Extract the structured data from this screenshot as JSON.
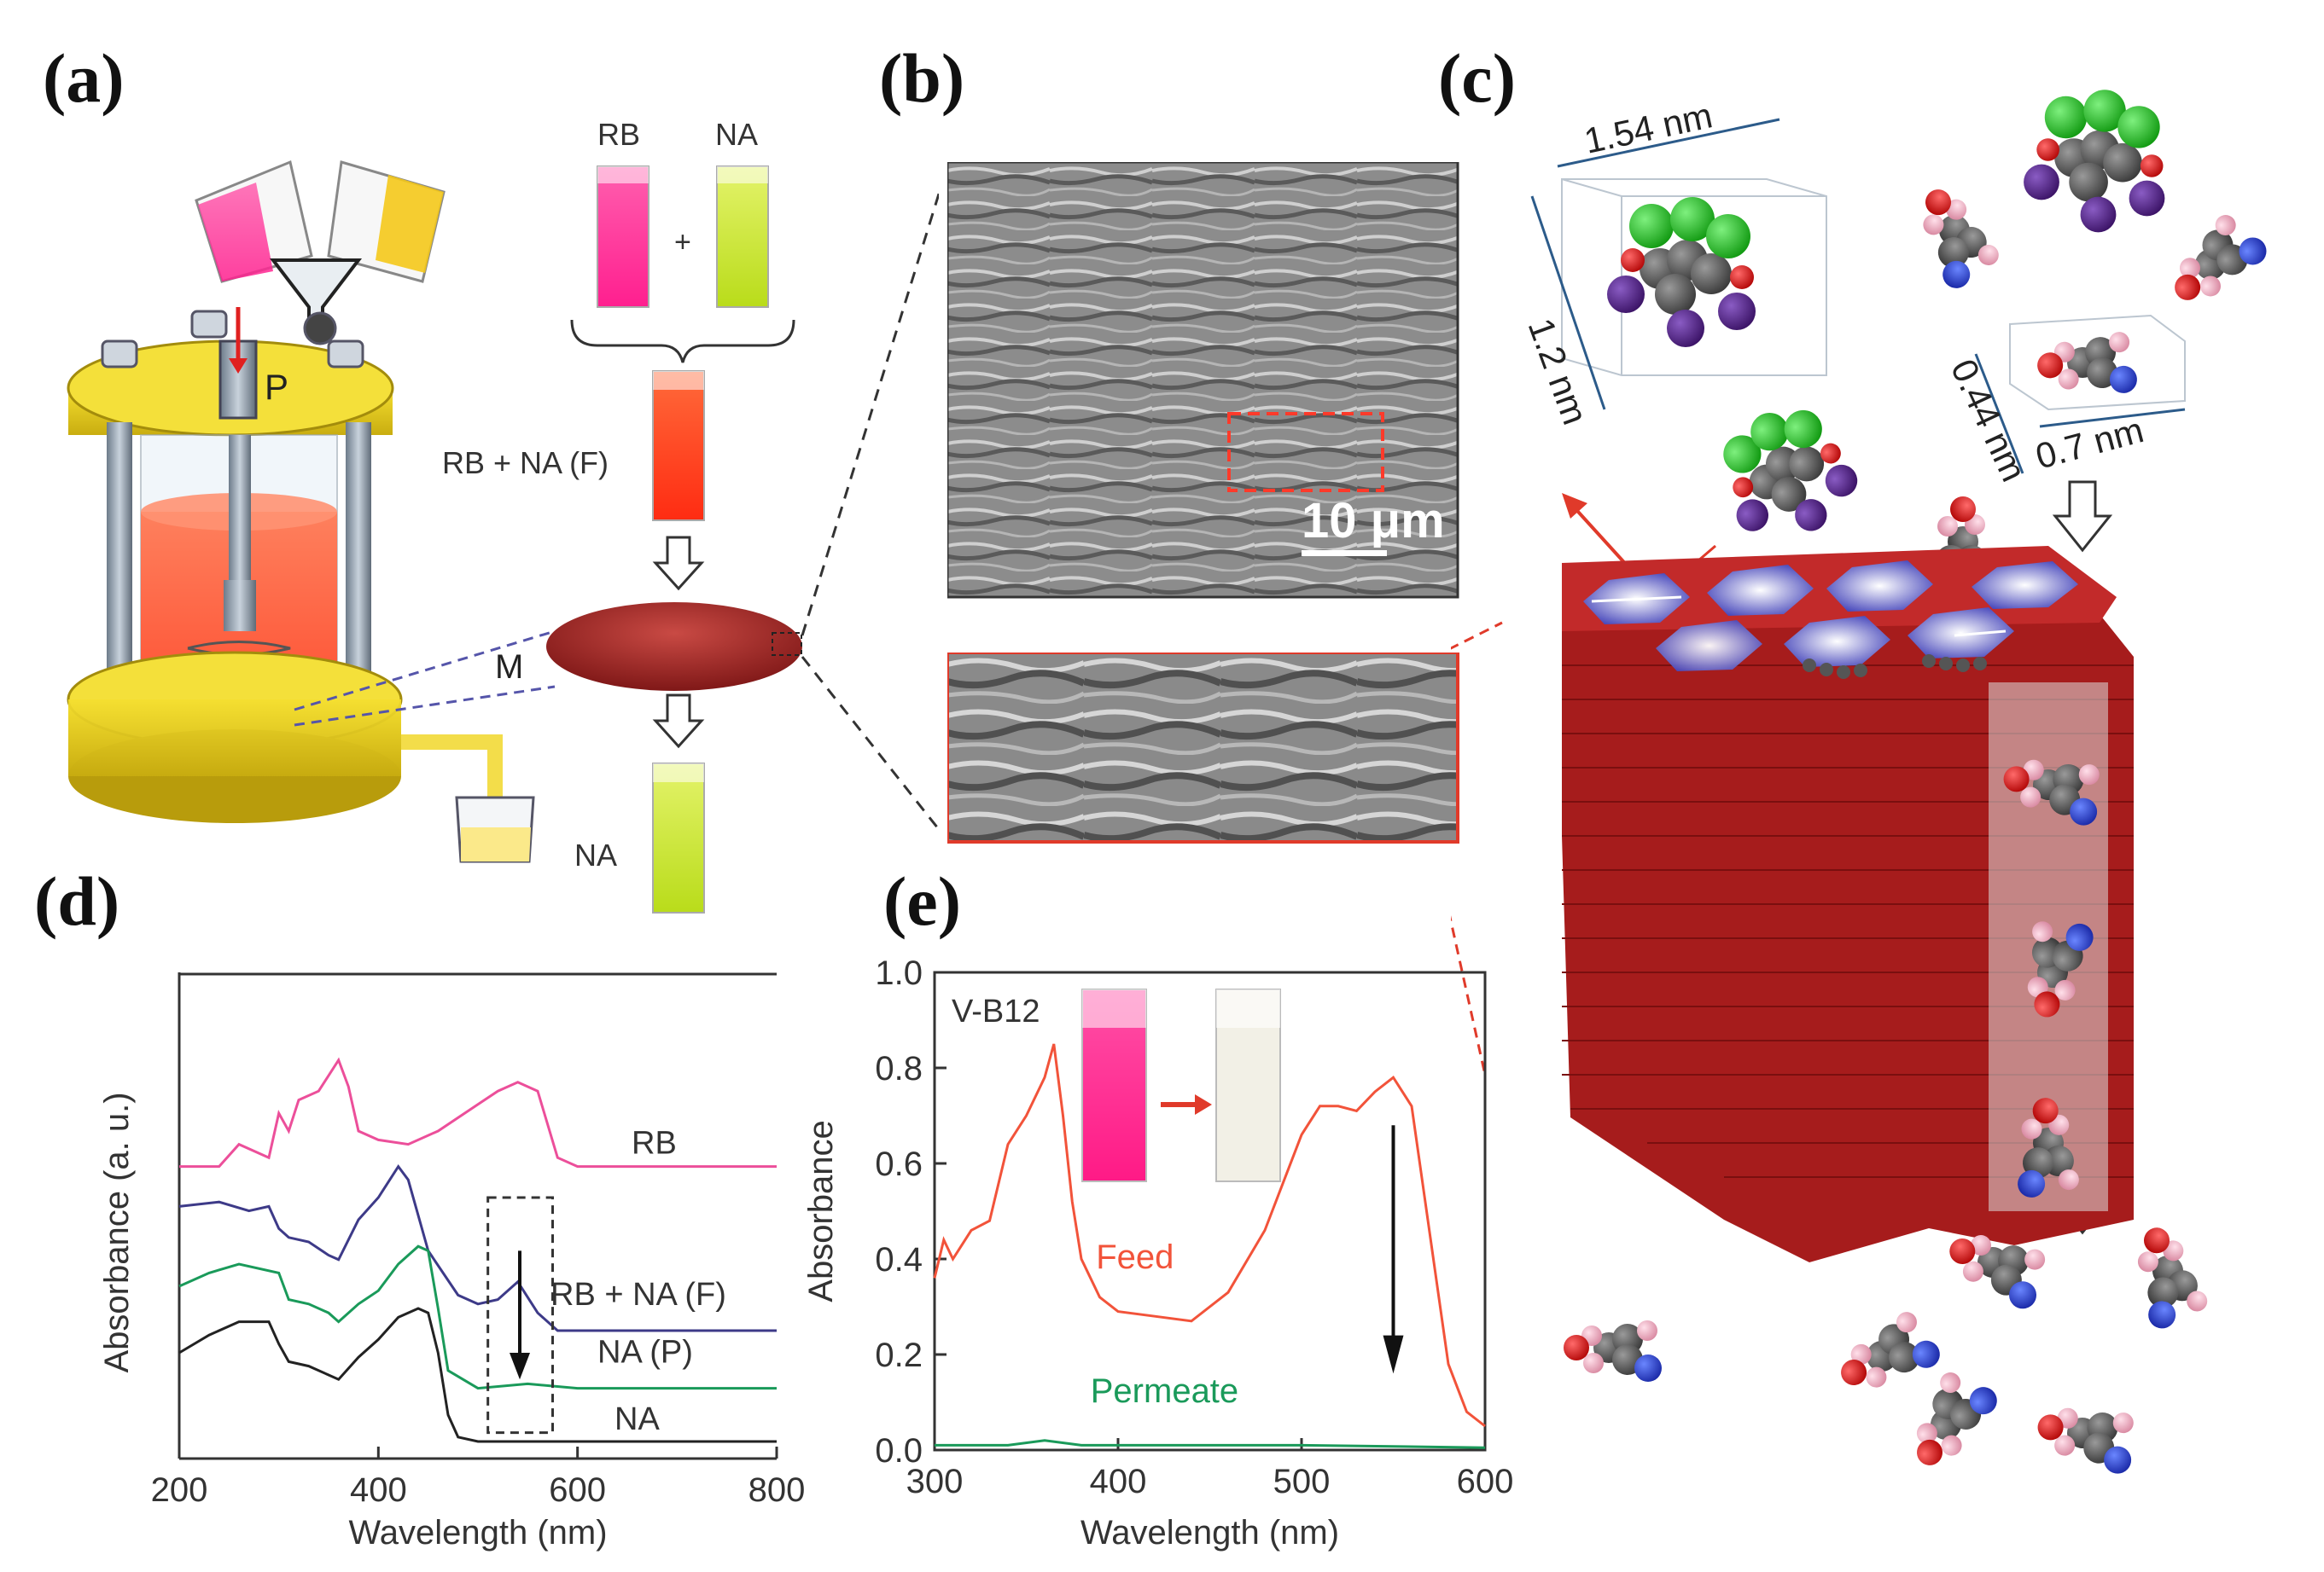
{
  "panels": {
    "a": "(a)",
    "b": "(b)",
    "c": "(c)",
    "d": "(d)",
    "e": "(e)"
  },
  "panel_a": {
    "pressure_label": "P",
    "membrane_label": "M",
    "cuvette_labels": {
      "rb": "RB",
      "na": "NA",
      "plus": "+",
      "mix": "RB + NA (F)",
      "result": "NA"
    }
  },
  "panel_b": {
    "scale_bar": "10 μm"
  },
  "panel_c": {
    "dims": {
      "rb_width": "1.54 nm",
      "rb_height": "1.2 nm",
      "na_height": "0.44 nm",
      "na_width": "0.7 nm"
    }
  },
  "colors": {
    "rb_pink": "#ec4f9a",
    "mix_navy": "#3d3a88",
    "na_green": "#1a9a5a",
    "na_black": "#222222",
    "feed_red": "#f2533a",
    "permeate_green": "#1a9a5a",
    "membrane_red": "#a61c1c",
    "pore_blue": "#3f3fb8"
  },
  "chart_data": [
    {
      "type": "line",
      "panel": "d",
      "title": "",
      "xlabel": "Wavelength (nm)",
      "ylabel": "Absorbance (a. u.)",
      "xlim": [
        200,
        800
      ],
      "xticks": [
        "200",
        "400",
        "600",
        "800"
      ],
      "yticks": [],
      "annotations": [
        "dashed box around 550 nm",
        "downward arrow"
      ],
      "series": [
        {
          "name": "RB",
          "color": "#ec4f9a",
          "x": [
            200,
            240,
            260,
            290,
            300,
            310,
            320,
            340,
            360,
            370,
            380,
            400,
            430,
            460,
            500,
            520,
            540,
            560,
            580,
            600,
            700,
            800
          ],
          "y": [
            0.62,
            0.62,
            0.67,
            0.64,
            0.74,
            0.7,
            0.77,
            0.79,
            0.86,
            0.8,
            0.7,
            0.68,
            0.67,
            0.7,
            0.76,
            0.79,
            0.81,
            0.79,
            0.64,
            0.62,
            0.62,
            0.62
          ]
        },
        {
          "name": "RB + NA (F)",
          "color": "#3d3a88",
          "x": [
            200,
            240,
            270,
            290,
            300,
            310,
            330,
            350,
            360,
            380,
            400,
            420,
            430,
            450,
            480,
            500,
            520,
            540,
            560,
            580,
            600,
            700,
            800
          ],
          "y": [
            0.53,
            0.54,
            0.52,
            0.53,
            0.48,
            0.46,
            0.45,
            0.42,
            0.41,
            0.5,
            0.55,
            0.62,
            0.59,
            0.43,
            0.33,
            0.31,
            0.32,
            0.36,
            0.29,
            0.25,
            0.25,
            0.25,
            0.25
          ]
        },
        {
          "name": "NA (P)",
          "color": "#1a9a5a",
          "x": [
            200,
            230,
            260,
            300,
            310,
            330,
            350,
            360,
            380,
            400,
            420,
            440,
            450,
            460,
            470,
            500,
            550,
            600,
            700,
            800
          ],
          "y": [
            0.35,
            0.38,
            0.4,
            0.38,
            0.32,
            0.31,
            0.29,
            0.27,
            0.31,
            0.34,
            0.4,
            0.44,
            0.43,
            0.3,
            0.16,
            0.12,
            0.13,
            0.12,
            0.12,
            0.12
          ]
        },
        {
          "name": "NA",
          "color": "#222222",
          "x": [
            200,
            230,
            260,
            290,
            300,
            310,
            330,
            350,
            360,
            380,
            400,
            420,
            440,
            450,
            460,
            470,
            480,
            500,
            600,
            700,
            800
          ],
          "y": [
            0.2,
            0.24,
            0.27,
            0.27,
            0.22,
            0.18,
            0.17,
            0.15,
            0.14,
            0.19,
            0.23,
            0.28,
            0.3,
            0.29,
            0.2,
            0.06,
            0.01,
            0.0,
            0.0,
            0.0,
            0.0
          ]
        }
      ]
    },
    {
      "type": "line",
      "panel": "e",
      "title": "",
      "legend_title": "V-B12",
      "xlabel": "Wavelength (nm)",
      "ylabel": "Absorbance",
      "xlim": [
        300,
        600
      ],
      "ylim": [
        0,
        1.0
      ],
      "xticks": [
        "300",
        "400",
        "500",
        "600"
      ],
      "yticks": [
        "0.0",
        "0.2",
        "0.4",
        "0.6",
        "0.8",
        "1.0"
      ],
      "series": [
        {
          "name": "Feed",
          "color": "#f2533a",
          "x": [
            300,
            305,
            310,
            320,
            330,
            340,
            350,
            360,
            365,
            370,
            375,
            380,
            390,
            400,
            420,
            440,
            460,
            480,
            500,
            510,
            520,
            530,
            540,
            550,
            560,
            570,
            580,
            590,
            600
          ],
          "y": [
            0.36,
            0.44,
            0.4,
            0.46,
            0.48,
            0.64,
            0.7,
            0.78,
            0.85,
            0.7,
            0.52,
            0.4,
            0.32,
            0.29,
            0.28,
            0.27,
            0.33,
            0.46,
            0.66,
            0.72,
            0.72,
            0.71,
            0.75,
            0.78,
            0.72,
            0.45,
            0.18,
            0.08,
            0.05
          ]
        },
        {
          "name": "Permeate",
          "color": "#1a9a5a",
          "x": [
            300,
            340,
            360,
            380,
            420,
            500,
            600
          ],
          "y": [
            0.01,
            0.01,
            0.02,
            0.01,
            0.01,
            0.01,
            0.005
          ]
        }
      ]
    }
  ]
}
